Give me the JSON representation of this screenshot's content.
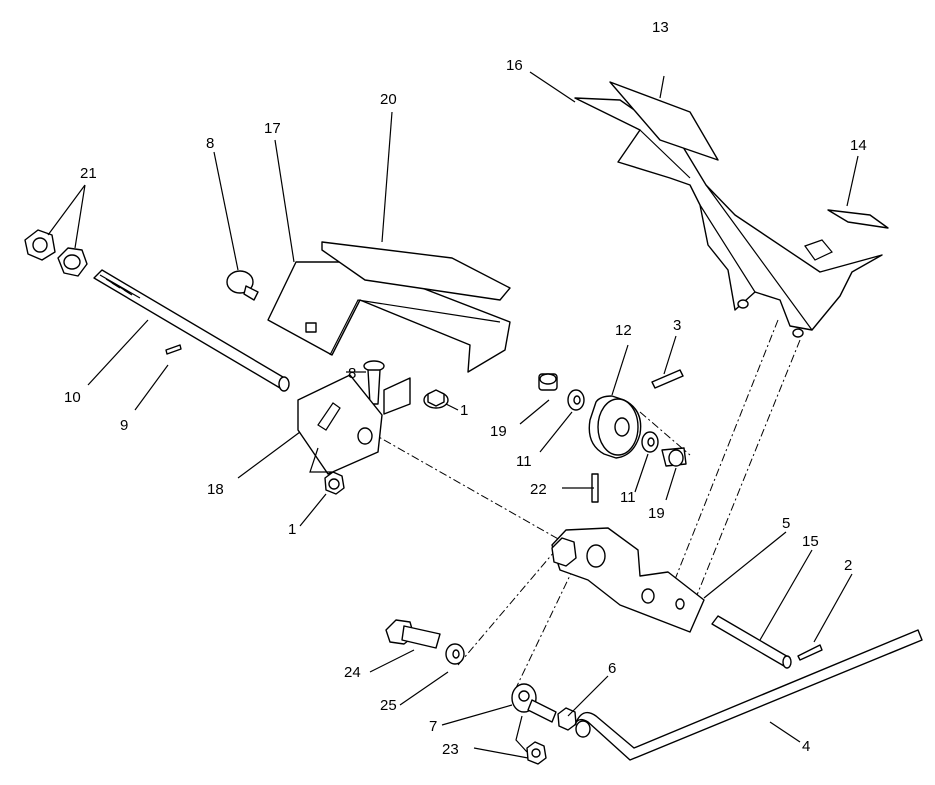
{
  "callouts": {
    "c1a": "1",
    "c1b": "1",
    "c2": "2",
    "c3": "3",
    "c4": "4",
    "c5": "5",
    "c6": "6",
    "c7": "7",
    "c8a": "8",
    "c8b": "8",
    "c9": "9",
    "c10": "10",
    "c11a": "11",
    "c11b": "11",
    "c12": "12",
    "c13": "13",
    "c14": "14",
    "c15": "15",
    "c16": "16",
    "c17": "17",
    "c18": "18",
    "c19a": "19",
    "c19b": "19",
    "c20": "20",
    "c21": "21",
    "c22": "22",
    "c23": "23",
    "c24": "24",
    "c25": "25"
  },
  "colors": {
    "line": "#000000",
    "background": "#ffffff"
  }
}
